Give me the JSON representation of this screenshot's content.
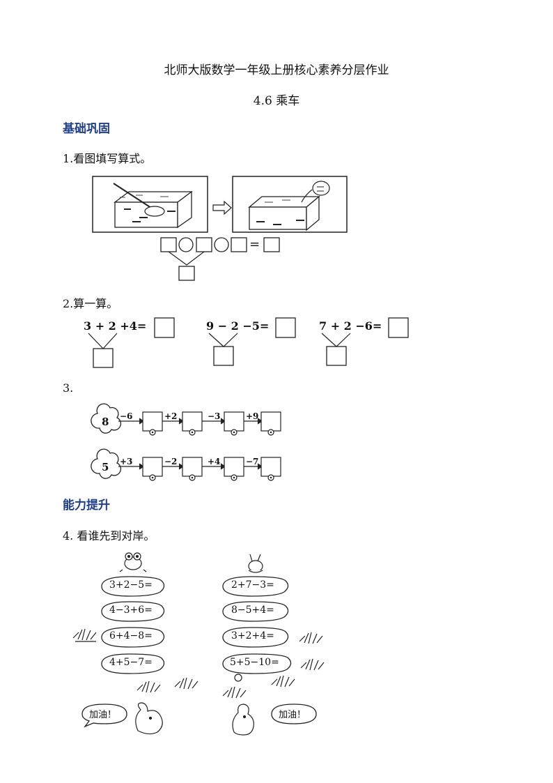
{
  "header": {
    "title": "北师大版数学一年级上册核心素养分层作业",
    "subtitle": "4.6 乘车"
  },
  "sections": {
    "basic": "基础巩固",
    "advanced": "能力提升"
  },
  "q1": {
    "label": "1.看图填写算式。",
    "equals": "="
  },
  "q2": {
    "label": "2.算一算。",
    "items": [
      {
        "expr": "3 + 2 +4="
      },
      {
        "expr": "9 − 2 −5="
      },
      {
        "expr": "7 + 2 −6="
      }
    ]
  },
  "q3": {
    "label": "3.",
    "trains": [
      {
        "start": "8",
        "ops": [
          "−6",
          "+2",
          "−3",
          "+9"
        ]
      },
      {
        "start": "5",
        "ops": [
          "+3",
          "−2",
          "+4",
          "−7"
        ]
      }
    ]
  },
  "q4": {
    "label": "4. 看谁先到对岸。",
    "left": [
      "3+2−5=",
      "4−3+6=",
      "6+4−8=",
      "4+5−7="
    ],
    "right": [
      "2+7−3=",
      "8−5+4=",
      "3+2+4=",
      "5+5−10="
    ],
    "cheer_left": "加油！",
    "cheer_right": "加油！"
  }
}
